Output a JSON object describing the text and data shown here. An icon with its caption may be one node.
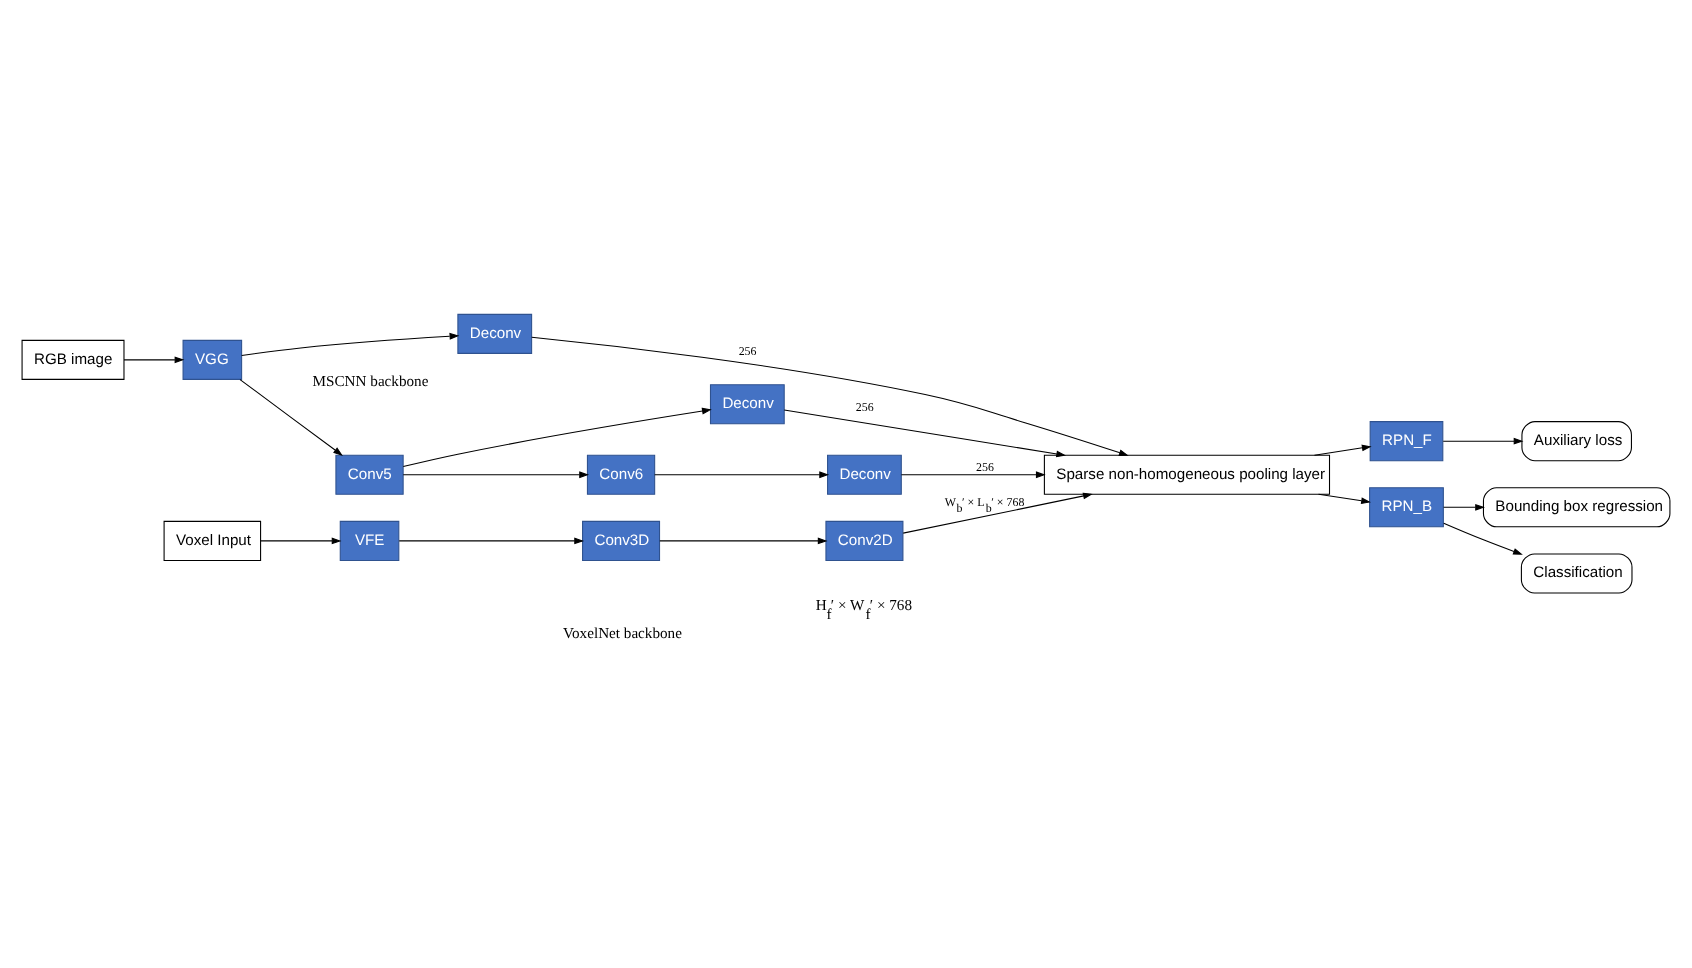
{
  "diagram": {
    "nodes": [
      {
        "text": [
          "RGB image"
        ]
      },
      {
        "text": [
          "VGG"
        ]
      },
      {
        "text": [
          "Conv5"
        ]
      },
      {
        "text": [
          "Conv6"
        ]
      },
      {
        "text": [
          "Deconv"
        ]
      },
      {
        "text": [
          "Deconv"
        ]
      },
      {
        "text": [
          "Deconv"
        ]
      },
      {
        "text": [
          "Sparse non-homogeneous pooling layer"
        ]
      },
      {
        "text": [
          "RPN_F"
        ]
      },
      {
        "text": [
          "Auxiliary loss"
        ]
      },
      {
        "text": [
          "Voxel Input"
        ]
      },
      {
        "text": [
          "VFE"
        ]
      },
      {
        "text": [
          "Conv3D"
        ]
      },
      {
        "text": [
          "Conv2D"
        ]
      },
      {
        "text": [
          "RPN_B"
        ]
      },
      {
        "text": [
          "Classification"
        ]
      },
      {
        "text": [
          "Bounding box regression"
        ]
      }
    ],
    "edges": [
      {
        "from": 0,
        "to": 1,
        "arrow": "to"
      },
      {
        "from": 1,
        "to": 2,
        "arrow": "to"
      },
      {
        "from": 2,
        "to": 3,
        "arrow": "to"
      },
      {
        "from": 1,
        "to": 4,
        "arrow": "to"
      },
      {
        "from": 2,
        "to": 5,
        "arrow": "to"
      },
      {
        "from": 3,
        "to": 6,
        "arrow": "to"
      },
      {
        "from": 4,
        "to": 7,
        "arrow": "to",
        "label": "256"
      },
      {
        "from": 5,
        "to": 7,
        "arrow": "to",
        "label": "256"
      },
      {
        "from": 6,
        "to": 7,
        "arrow": "to",
        "label": "256"
      },
      {
        "from": 7,
        "to": 8,
        "arrow": "to"
      },
      {
        "from": 8,
        "to": 9,
        "arrow": "to"
      },
      {
        "from": 10,
        "to": 11,
        "arrow": "to"
      },
      {
        "from": 11,
        "to": 12,
        "arrow": "to"
      },
      {
        "from": 12,
        "to": 13,
        "arrow": "to"
      },
      {
        "from": 13,
        "to": 7,
        "arrow": "to",
        "label": "W$_{b}$′ × L$_{b}$′ × 768"
      },
      {
        "from": 7,
        "to": 14,
        "arrow": "to"
      },
      {
        "from": 14,
        "to": 15,
        "arrow": "to"
      },
      {
        "from": 14,
        "to": 16,
        "arrow": "to"
      }
    ],
    "labels": [
      "MSCNN backbone",
      "H$_{f}$′ × W$_{f}$′ × 768",
      "VoxelNet backbone"
    ]
  }
}
